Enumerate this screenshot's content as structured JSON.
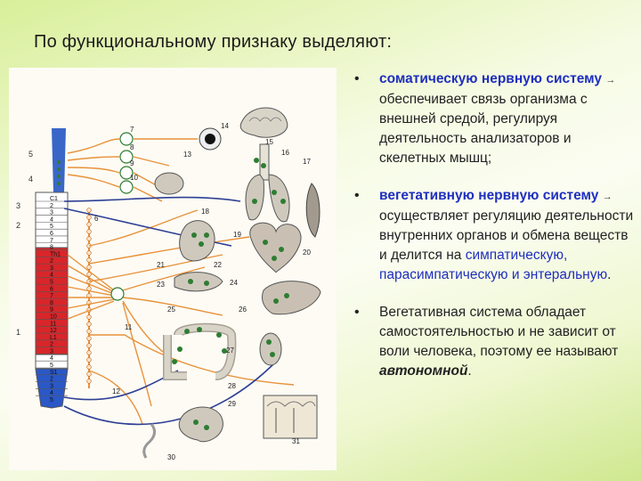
{
  "title": "По функциональному признаку выделяют:",
  "bullets": [
    {
      "term": "соматическую нервную систему",
      "arrow": "→",
      "text": "обеспечивает связь организма с внешней средой, регулируя деятельность анализаторов и скелетных мышц;"
    },
    {
      "term": "вегетативную нервную систему",
      "arrow": "→",
      "text_before": "осуществляет регуляцию деятельности внутренних органов и обмена веществ и делится на",
      "subtypes": "симпатическую, парасимпатическую и энтеральную",
      "text_after": "."
    },
    {
      "text": "Вегетативная система обладает самостоятельностью и не зависит от воли человека, поэтому ее называют",
      "emphasis": "автономной",
      "text_after": "."
    }
  ],
  "figure": {
    "spine_labels": [
      "С1",
      "2",
      "3",
      "4",
      "5",
      "6",
      "7",
      "8",
      "Th1",
      "2",
      "3",
      "4",
      "5",
      "6",
      "7",
      "8",
      "9",
      "10",
      "11",
      "12",
      "L1",
      "2",
      "3",
      "4",
      "5",
      "S1",
      "2",
      "3",
      "4",
      "5"
    ],
    "side_labels": [
      "5",
      "4",
      "3",
      "2",
      "1"
    ],
    "number_labels": [
      "7",
      "8",
      "9",
      "10",
      "14",
      "13",
      "15",
      "16",
      "17",
      "18",
      "6",
      "19",
      "20",
      "21",
      "22",
      "23",
      "24",
      "25",
      "26",
      "11",
      "27",
      "28",
      "29",
      "12",
      "30",
      "31"
    ],
    "colors": {
      "cervical": "#ffffff",
      "thoracic": "#d8262a",
      "sacral": "#2a58c8",
      "nerve": "#e8923a",
      "vagus": "#2d3f95",
      "ganglion": "#2e7d32",
      "organ": "#6f6a64"
    }
  }
}
